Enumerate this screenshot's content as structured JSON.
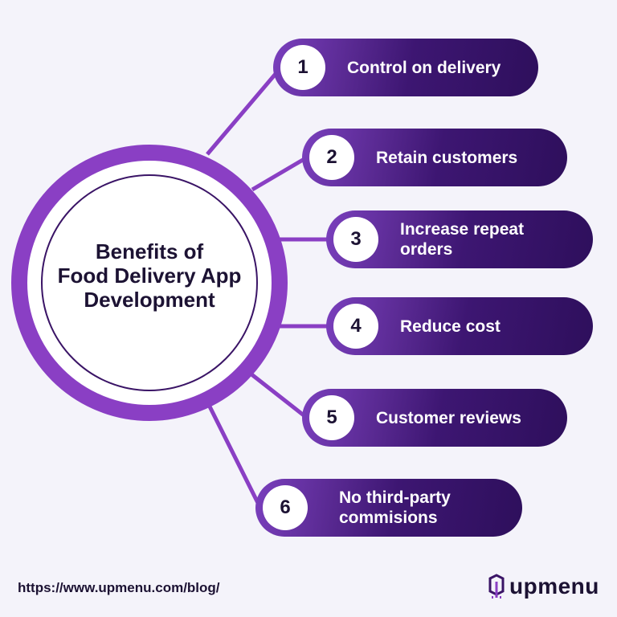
{
  "diagram": {
    "title_lines": [
      "Benefits of",
      "Food Delivery App",
      "Development"
    ],
    "benefits": [
      {
        "number": "1",
        "label": "Control on delivery"
      },
      {
        "number": "2",
        "label": "Retain customers"
      },
      {
        "number": "3",
        "label": "Increase repeat orders"
      },
      {
        "number": "4",
        "label": "Reduce cost"
      },
      {
        "number": "5",
        "label": "Customer reviews"
      },
      {
        "number": "6",
        "label": "No third-party commisions"
      }
    ]
  },
  "footer": {
    "url": "https://www.upmenu.com/blog/",
    "brand": "upmenu"
  },
  "colors": {
    "background": "#f4f3fa",
    "accent_purple": "#8a3fc4",
    "dark_purple": "#2e0f5c",
    "text_dark": "#1c1233"
  },
  "icons": [
    "upmenu-logo-icon"
  ]
}
